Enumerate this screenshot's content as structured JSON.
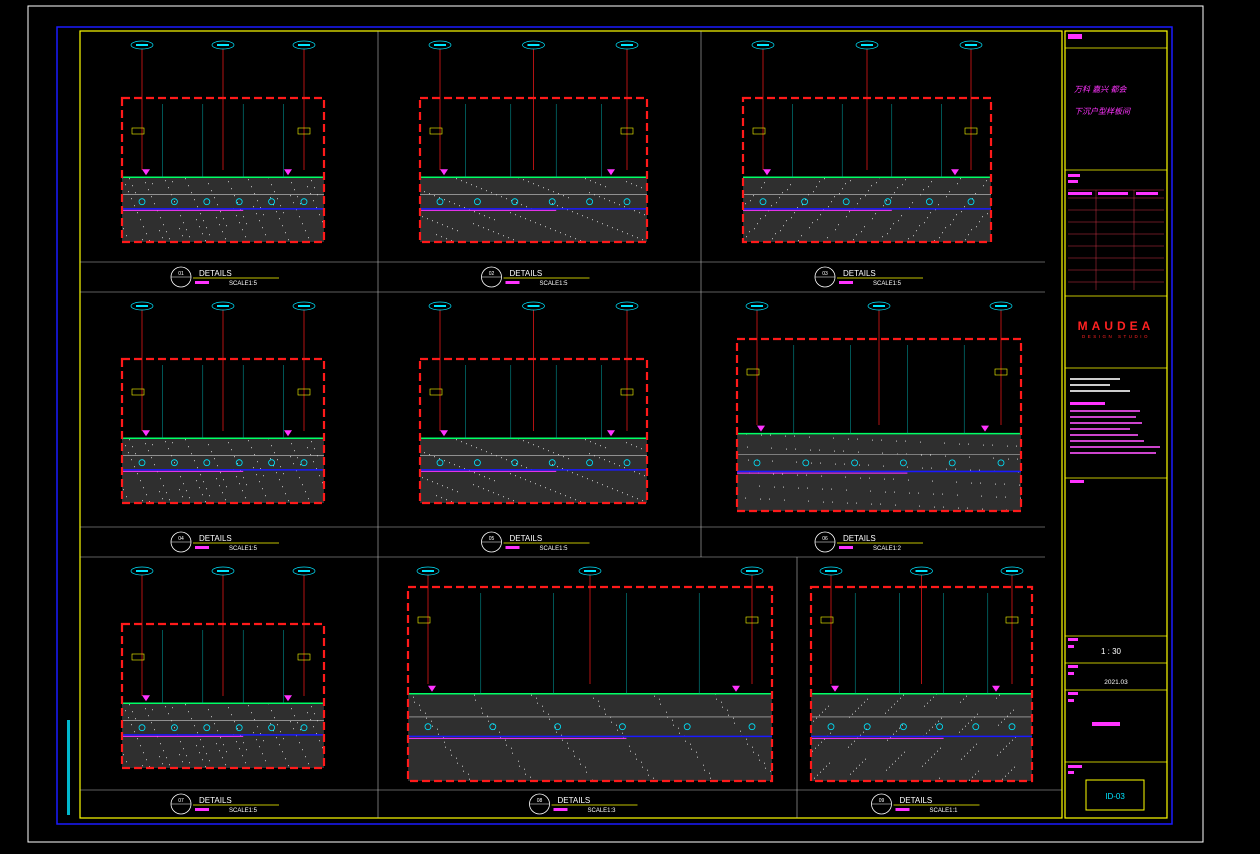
{
  "panels": [
    {
      "id": "01",
      "title": "DETAILS",
      "scale": "SCALE1:5",
      "row": 0,
      "col": 0
    },
    {
      "id": "02",
      "title": "DETAILS",
      "scale": "SCALE1:5",
      "row": 0,
      "col": 1
    },
    {
      "id": "03",
      "title": "DETAILS",
      "scale": "SCALE1:5",
      "row": 0,
      "col": 2
    },
    {
      "id": "04",
      "title": "DETAILS",
      "scale": "SCALE1:5",
      "row": 1,
      "col": 0
    },
    {
      "id": "05",
      "title": "DETAILS",
      "scale": "SCALE1:5",
      "row": 1,
      "col": 1
    },
    {
      "id": "06",
      "title": "DETAILS",
      "scale": "SCALE1:2",
      "row": 1,
      "col": 2
    },
    {
      "id": "07",
      "title": "DETAILS",
      "scale": "SCALE1:5",
      "row": 2,
      "col": 0
    },
    {
      "id": "08",
      "title": "DETAILS",
      "scale": "SCALE1:3",
      "row": 2,
      "col": 1
    },
    {
      "id": "09",
      "title": "DETAILS",
      "scale": "SCALE1:1",
      "row": 2,
      "col": 2
    }
  ],
  "title_block": {
    "project_line1": "万科 嘉兴 都会",
    "project_line2": "下沉户型样板间",
    "brand": "MAUDEA",
    "brand_sub": "DESIGN STUDIO",
    "scale": "1 : 30",
    "date": "2021.03",
    "sheet": "ID-03"
  },
  "colors": {
    "frame_yellow": "#ffff00",
    "frame_blue": "#1a1aff",
    "section_red": "#ff1a1a",
    "finish_green": "#00ff66",
    "tag_cyan": "#00e5ff",
    "note_magenta": "#ff33ff"
  }
}
